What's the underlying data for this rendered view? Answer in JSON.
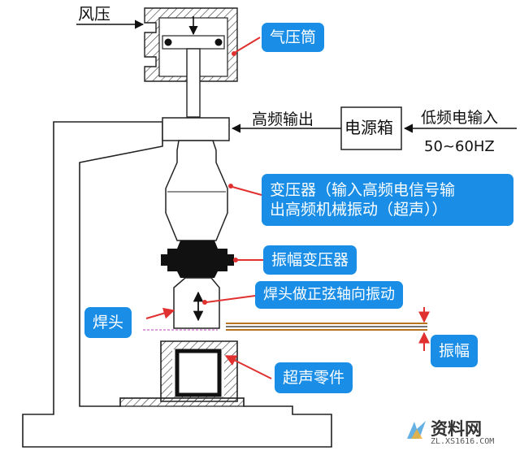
{
  "labels": {
    "air_pressure": "风压",
    "high_freq_out": "高频输出",
    "power_box": "电源箱",
    "low_freq_in": "低频电输入",
    "frequency": "50~60HZ"
  },
  "callouts": {
    "cylinder": "气压筒",
    "transformer_line1": "变压器（输入高频电信号输",
    "transformer_line2": "出高频机械振动（超声））",
    "amplitude_transformer": "振幅变压器",
    "weld_head_motion": "焊头做正弦轴向振动",
    "weld_head": "焊头",
    "amplitude": "振幅",
    "ultrasonic_part": "超声零件"
  },
  "watermark": {
    "brand": "资料网",
    "site": "ZL.XS1616.COM"
  },
  "colors": {
    "callout_bg": "#1a8ee6",
    "arrow_red": "#e03030",
    "line": "#222222",
    "hatch": "#333333",
    "brown_line": "#b8741e"
  }
}
